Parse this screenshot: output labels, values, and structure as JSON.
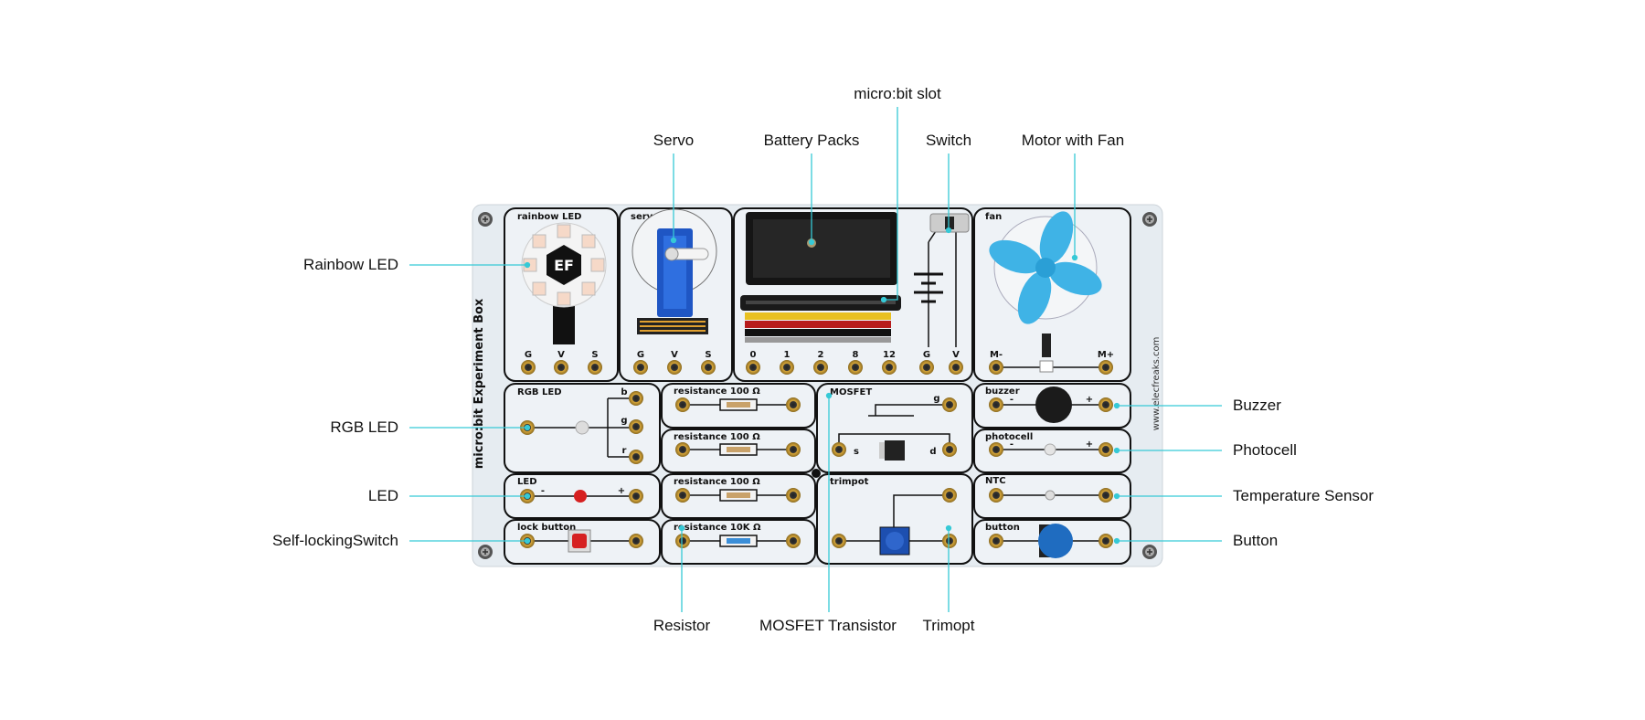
{
  "colors": {
    "callout": "#36c9d6",
    "panel": "#eef2f6",
    "fan": "#3fb3e6",
    "servo": "#1f56c4"
  },
  "callouts": {
    "top": {
      "microbit_slot": "micro:bit slot",
      "servo": "Servo",
      "battery": "Battery Packs",
      "switch": "Switch",
      "fan": "Motor with Fan"
    },
    "left": {
      "rainbow": "Rainbow LED",
      "rgb": "RGB LED",
      "led": "LED",
      "lock": "Self-lockingSwitch"
    },
    "right": {
      "buzzer": "Buzzer",
      "photocell": "Photocell",
      "ntc": "Temperature Sensor",
      "button": "Button"
    },
    "bottom": {
      "resistor": "Resistor",
      "mosfet": "MOSFET Transistor",
      "trimpot": "Trimopt"
    }
  },
  "board": {
    "side_title": "micro:bit Experiment Box",
    "website": "www.elecfreaks.com",
    "panels": {
      "rainbow": "rainbow LED",
      "servo": "servo",
      "fan": "fan",
      "rgb": "RGB LED",
      "led": "LED",
      "lock": "lock button",
      "res1": "resistance 100 Ω",
      "res2": "resistance 100 Ω",
      "res3": "resistance 100 Ω",
      "res4": "resistance 10K Ω",
      "mosfet": "MOSFET",
      "trimpot": "trimpot",
      "buzzer": "buzzer",
      "photocell": "photocell",
      "ntc": "NTC",
      "button": "button"
    },
    "pins": {
      "g": "G",
      "v": "V",
      "s": "S",
      "p0": "0",
      "p1": "1",
      "p2": "2",
      "p8": "8",
      "p12": "12",
      "mminus": "M-",
      "mplus": "M+",
      "b": "b",
      "gg": "g",
      "r": "r",
      "mg": "g",
      "ms": "s",
      "md": "d",
      "minus": "-",
      "plus": "+"
    }
  }
}
